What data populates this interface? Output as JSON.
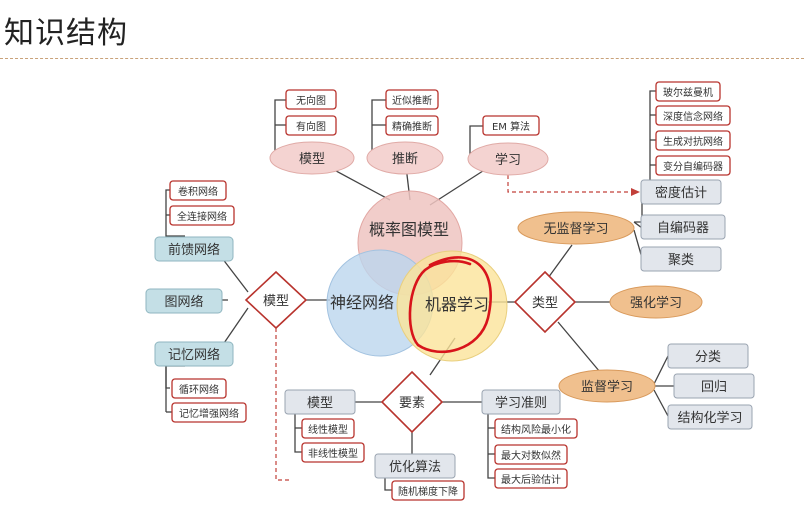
{
  "title": "知识结构",
  "center": {
    "prob": "概率图模型",
    "nn": "神经网络",
    "ml": "机器学习"
  },
  "prob_branch": {
    "model": "模型",
    "model_items": [
      "无向图",
      "有向图"
    ],
    "infer": "推断",
    "infer_items": [
      "近似推断",
      "精确推断"
    ],
    "learn": "学习",
    "learn_items": [
      "EM 算法"
    ]
  },
  "nn_branch": {
    "model": "模型",
    "feedforward": "前馈网络",
    "feedforward_items": [
      "卷积网络",
      "全连接网络"
    ],
    "graph": "图网络",
    "memory": "记忆网络",
    "memory_items": [
      "循环网络",
      "记忆增强网络"
    ]
  },
  "ml_type": {
    "label": "类型",
    "unsup": "无监督学习",
    "unsup_items": [
      "密度估计",
      "自编码器",
      "聚类"
    ],
    "density_items": [
      "玻尔兹曼机",
      "深度信念网络",
      "生成对抗网络",
      "变分自编码器"
    ],
    "rl": "强化学习",
    "sup": "监督学习",
    "sup_items": [
      "分类",
      "回归",
      "结构化学习"
    ]
  },
  "elements": {
    "label": "要素",
    "model": "模型",
    "model_items": [
      "线性模型",
      "非线性模型"
    ],
    "criterion": "学习准则",
    "criterion_items": [
      "结构风险最小化",
      "最大对数似然",
      "最大后验估计"
    ],
    "optim": "优化算法",
    "optim_items": [
      "随机梯度下降"
    ]
  },
  "colors": {
    "red_border": "#b8332d",
    "pink_fill": "#f4d3d1",
    "orange_fill": "#f0c08e",
    "blue_fill": "#c4dfe6",
    "gray_fill": "#e2e6ec",
    "yellow_circle": "#fbe39a",
    "blue_circle": "#bcd6ee",
    "pink_circle": "#efc4c1",
    "annotation": "#d8141b"
  }
}
